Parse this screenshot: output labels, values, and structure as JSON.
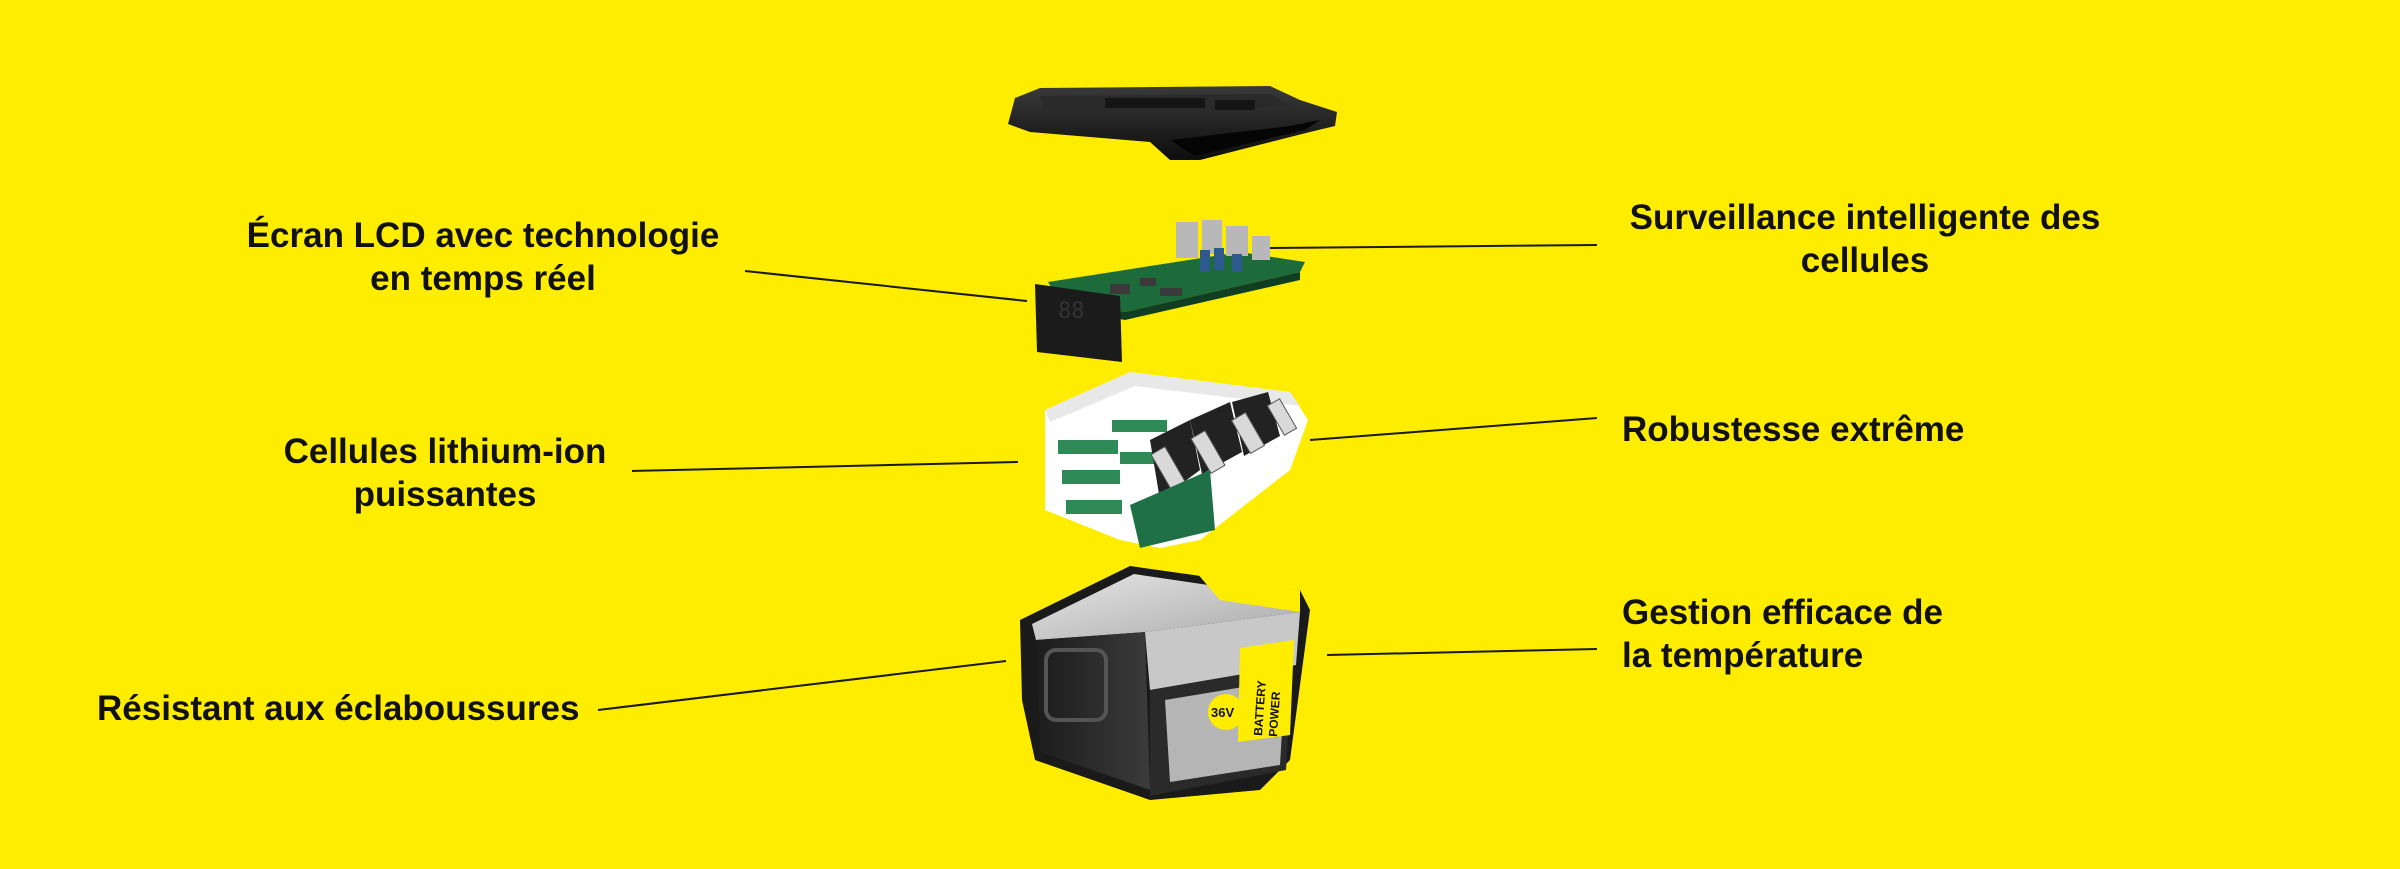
{
  "colors": {
    "background": "#FFED00",
    "leader_line": "#1a1a1a",
    "text": "#111111"
  },
  "components": [
    {
      "name": "top-cover",
      "description": "black housing lid"
    },
    {
      "name": "pcb-lcd",
      "description": "circuit board with LCD display"
    },
    {
      "name": "cell-pack",
      "description": "lithium-ion cell pack"
    },
    {
      "name": "housing",
      "description": "battery case"
    }
  ],
  "badge": {
    "voltage": "36V",
    "line1": "BATTERY",
    "line2": "POWER"
  },
  "lcd_text": "88",
  "labels": {
    "lcd": {
      "line1": "Écran LCD avec technologie",
      "line2": "en temps réel"
    },
    "monitoring": {
      "line1": "Surveillance intelligente des",
      "line2": "cellules"
    },
    "cells": {
      "line1": "Cellules lithium-ion",
      "line2": "puissantes"
    },
    "robust": {
      "line1": "Robustesse extrême"
    },
    "temperature": {
      "line1": "Gestion efficace de",
      "line2": "la température"
    },
    "splash": {
      "line1": "Résistant aux éclaboussures"
    }
  }
}
